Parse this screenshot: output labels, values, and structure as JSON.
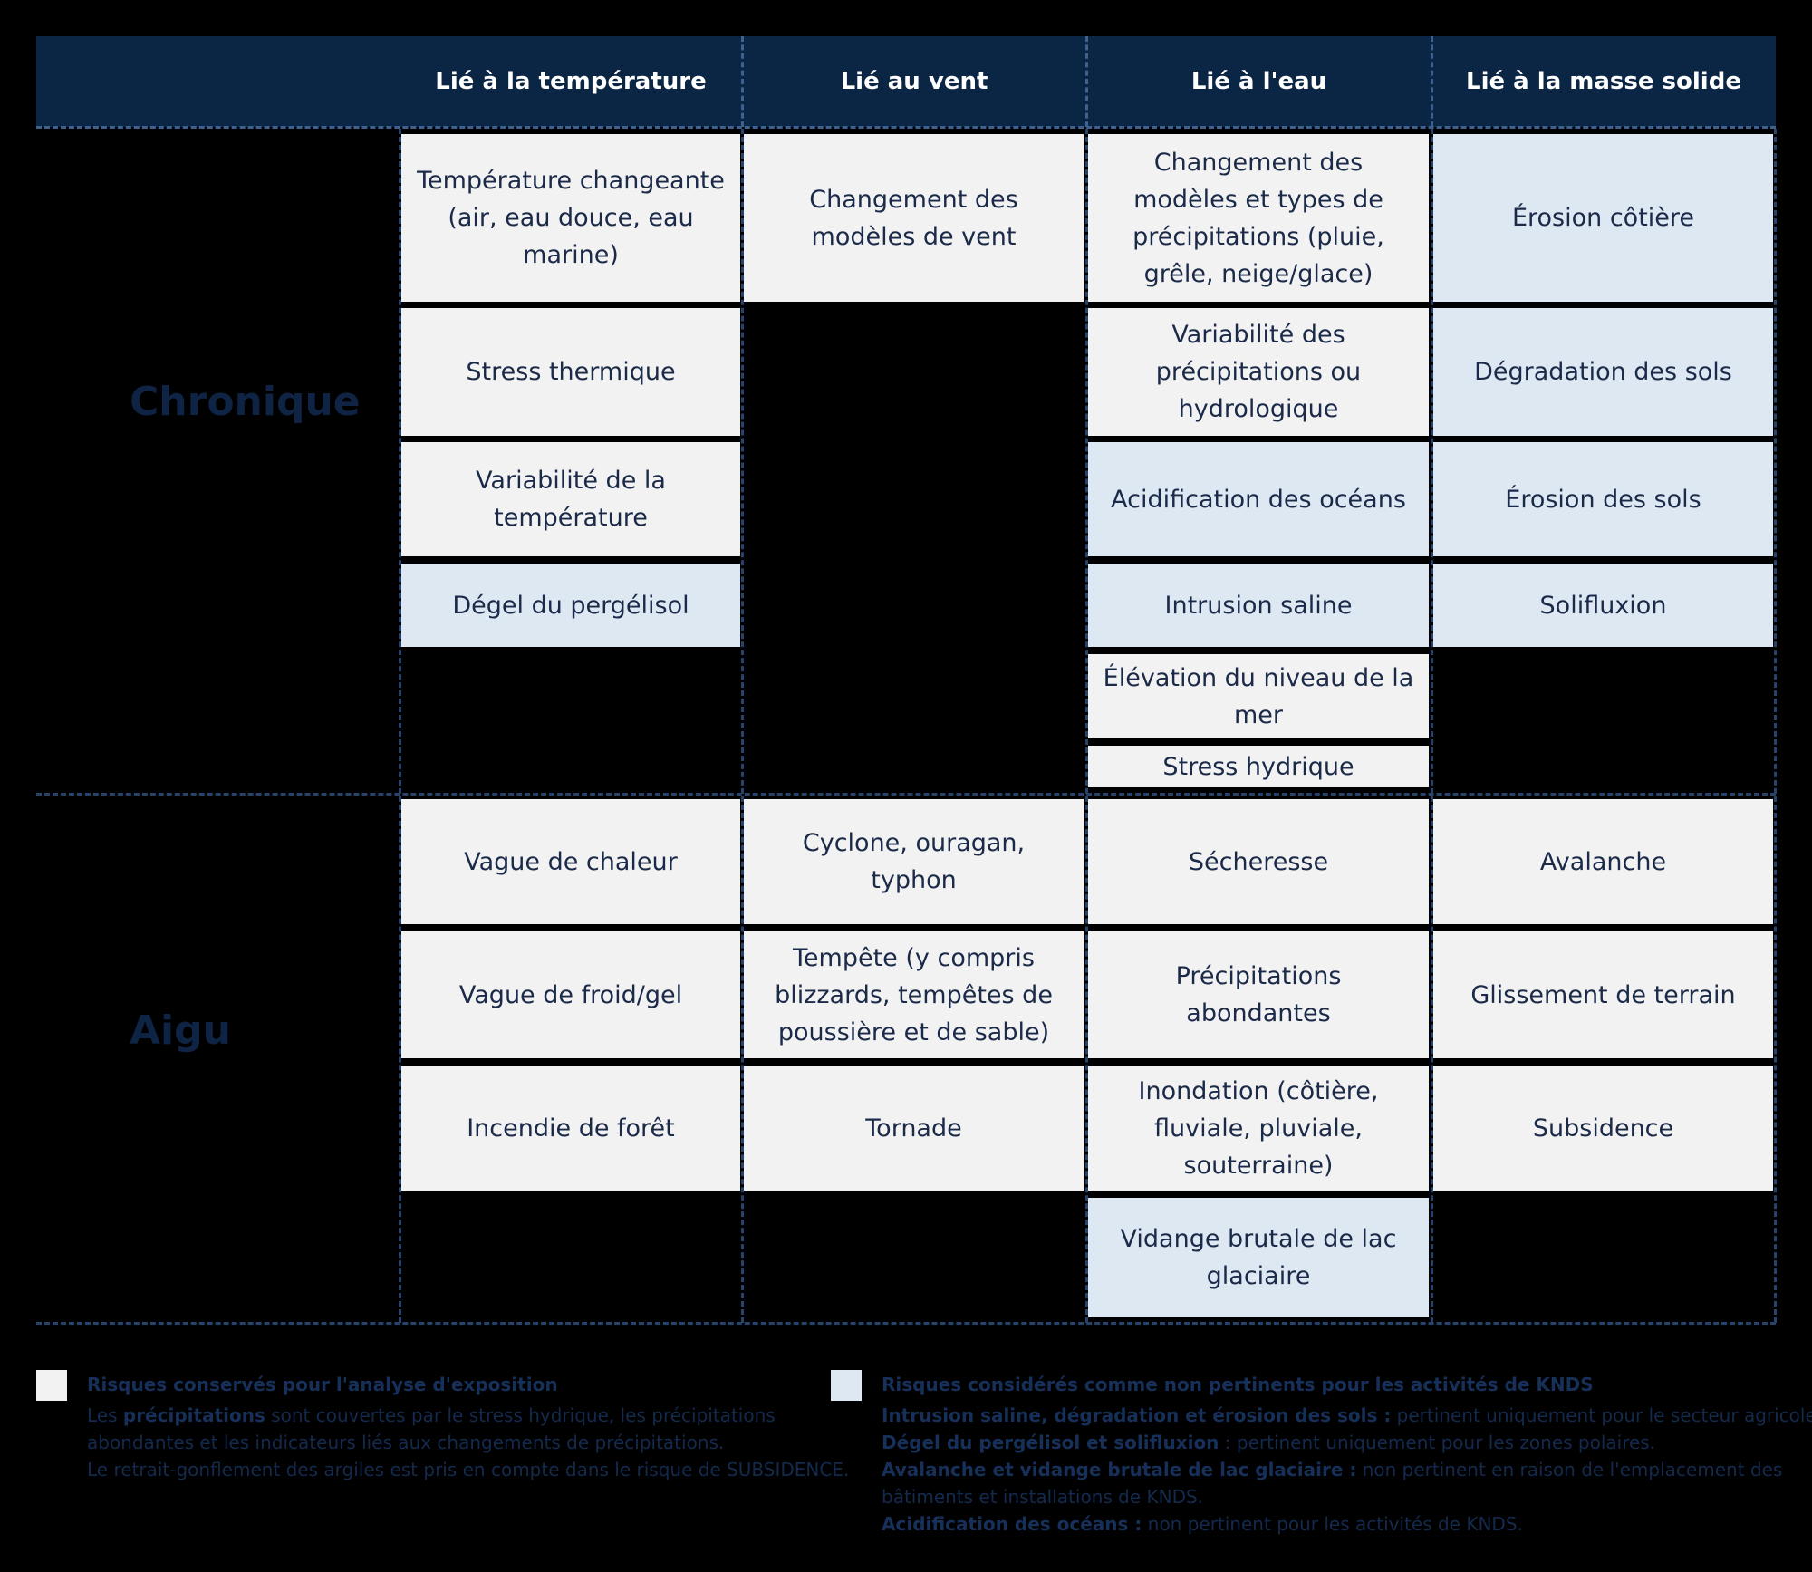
{
  "columns": [
    "Lié à la température",
    "Lié au vent",
    "Lié à l'eau",
    "Lié à la masse solide"
  ],
  "rows": {
    "chronic": "Chronique",
    "acute": "Aigu"
  },
  "cells": {
    "temp_changeante": "Température changeante (air, eau douce, eau marine)",
    "stress_thermique": "Stress thermique",
    "variabilite_temperature": "Variabilité de la température",
    "degel_pergelisol": "Dégel du pergélisol",
    "changement_vent": "Changement des modèles de vent",
    "changement_precipitations": "Changement des modèles et types de précipitations (pluie, grêle, neige/glace)",
    "variabilite_precipitations": "Variabilité des précipitations ou hydrologique",
    "acidification": "Acidification des océans",
    "intrusion_saline": "Intrusion saline",
    "elevation_mer": "Élévation du niveau de la mer",
    "stress_hydrique": "Stress hydrique",
    "erosion_cotiere": "Érosion côtière",
    "degradation_sols": "Dégradation des sols",
    "erosion_sols": "Érosion des sols",
    "solifluxion": "Solifluxion",
    "vague_chaleur": "Vague de chaleur",
    "vague_froid": "Vague de froid/gel",
    "incendie": "Incendie de forêt",
    "cyclone": "Cyclone, ouragan, typhon",
    "tempete": "Tempête (y compris blizzards, tempêtes de poussière et de sable)",
    "tornade": "Tornade",
    "secheresse": "Sécheresse",
    "precipitations_abondantes": "Précipitations abondantes",
    "inondation": "Inondation (côtière, fluviale, pluviale, souterraine)",
    "vidange_lac": "Vidange brutale de lac glaciaire",
    "avalanche": "Avalanche",
    "glissement": "Glissement de terrain",
    "subsidence": "Subsidence"
  },
  "legend": {
    "kept": {
      "title": "Risques conservés pour l'analyse d'exposition",
      "line1_pre": "Les ",
      "line1_bold": "précipitations",
      "line1_post": " sont couvertes par le stress hydrique, les précipitations",
      "line2": "abondantes et les indicateurs liés aux changements de précipitations.",
      "line3": "Le retrait-gonflement des argiles est pris en compte dans le risque de SUBSIDENCE.",
      "color": "#f2f2f2"
    },
    "excluded": {
      "title": "Risques considérés comme non pertinents pour les activités de KNDS",
      "line1_bold": "Intrusion saline, dégradation et érosion des sols :",
      "line1_rest": " pertinent uniquement pour le secteur agricole.",
      "line2_bold": "Dégel du pergélisol et solifluxion",
      "line2_rest": " : pertinent uniquement pour les zones polaires.",
      "line3_bold": "Avalanche et vidange brutale de lac glaciaire :",
      "line3_rest": " non pertinent en raison de l'emplacement des",
      "line4": "bâtiments et installations de KNDS.",
      "line5_bold": "Acidification des océans :",
      "line5_rest": " non pertinent pour les activités de KNDS.",
      "color": "#dde8f3"
    }
  },
  "colors": {
    "header_bg": "#0b2545",
    "background": "#000000",
    "kept_cell": "#f2f2f2",
    "excluded_cell": "#dde8f3",
    "text": "#1b2a48"
  }
}
